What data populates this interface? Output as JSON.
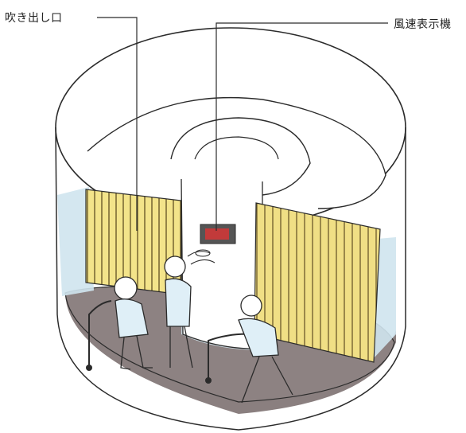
{
  "callouts": {
    "outlet": "吹き出し口",
    "wind_speed_display": "風速表示機"
  },
  "colors": {
    "line": "#2b2b2b",
    "floor": "#8a7f7f",
    "glass": "#cfe4ee",
    "outlet_panel": "#f3e48a",
    "display_red": "#c23a3a",
    "display_frame": "#555555"
  },
  "icons": [
    "child-figure",
    "adult-figure",
    "child-runner-figure",
    "handrail",
    "wind-lines"
  ]
}
